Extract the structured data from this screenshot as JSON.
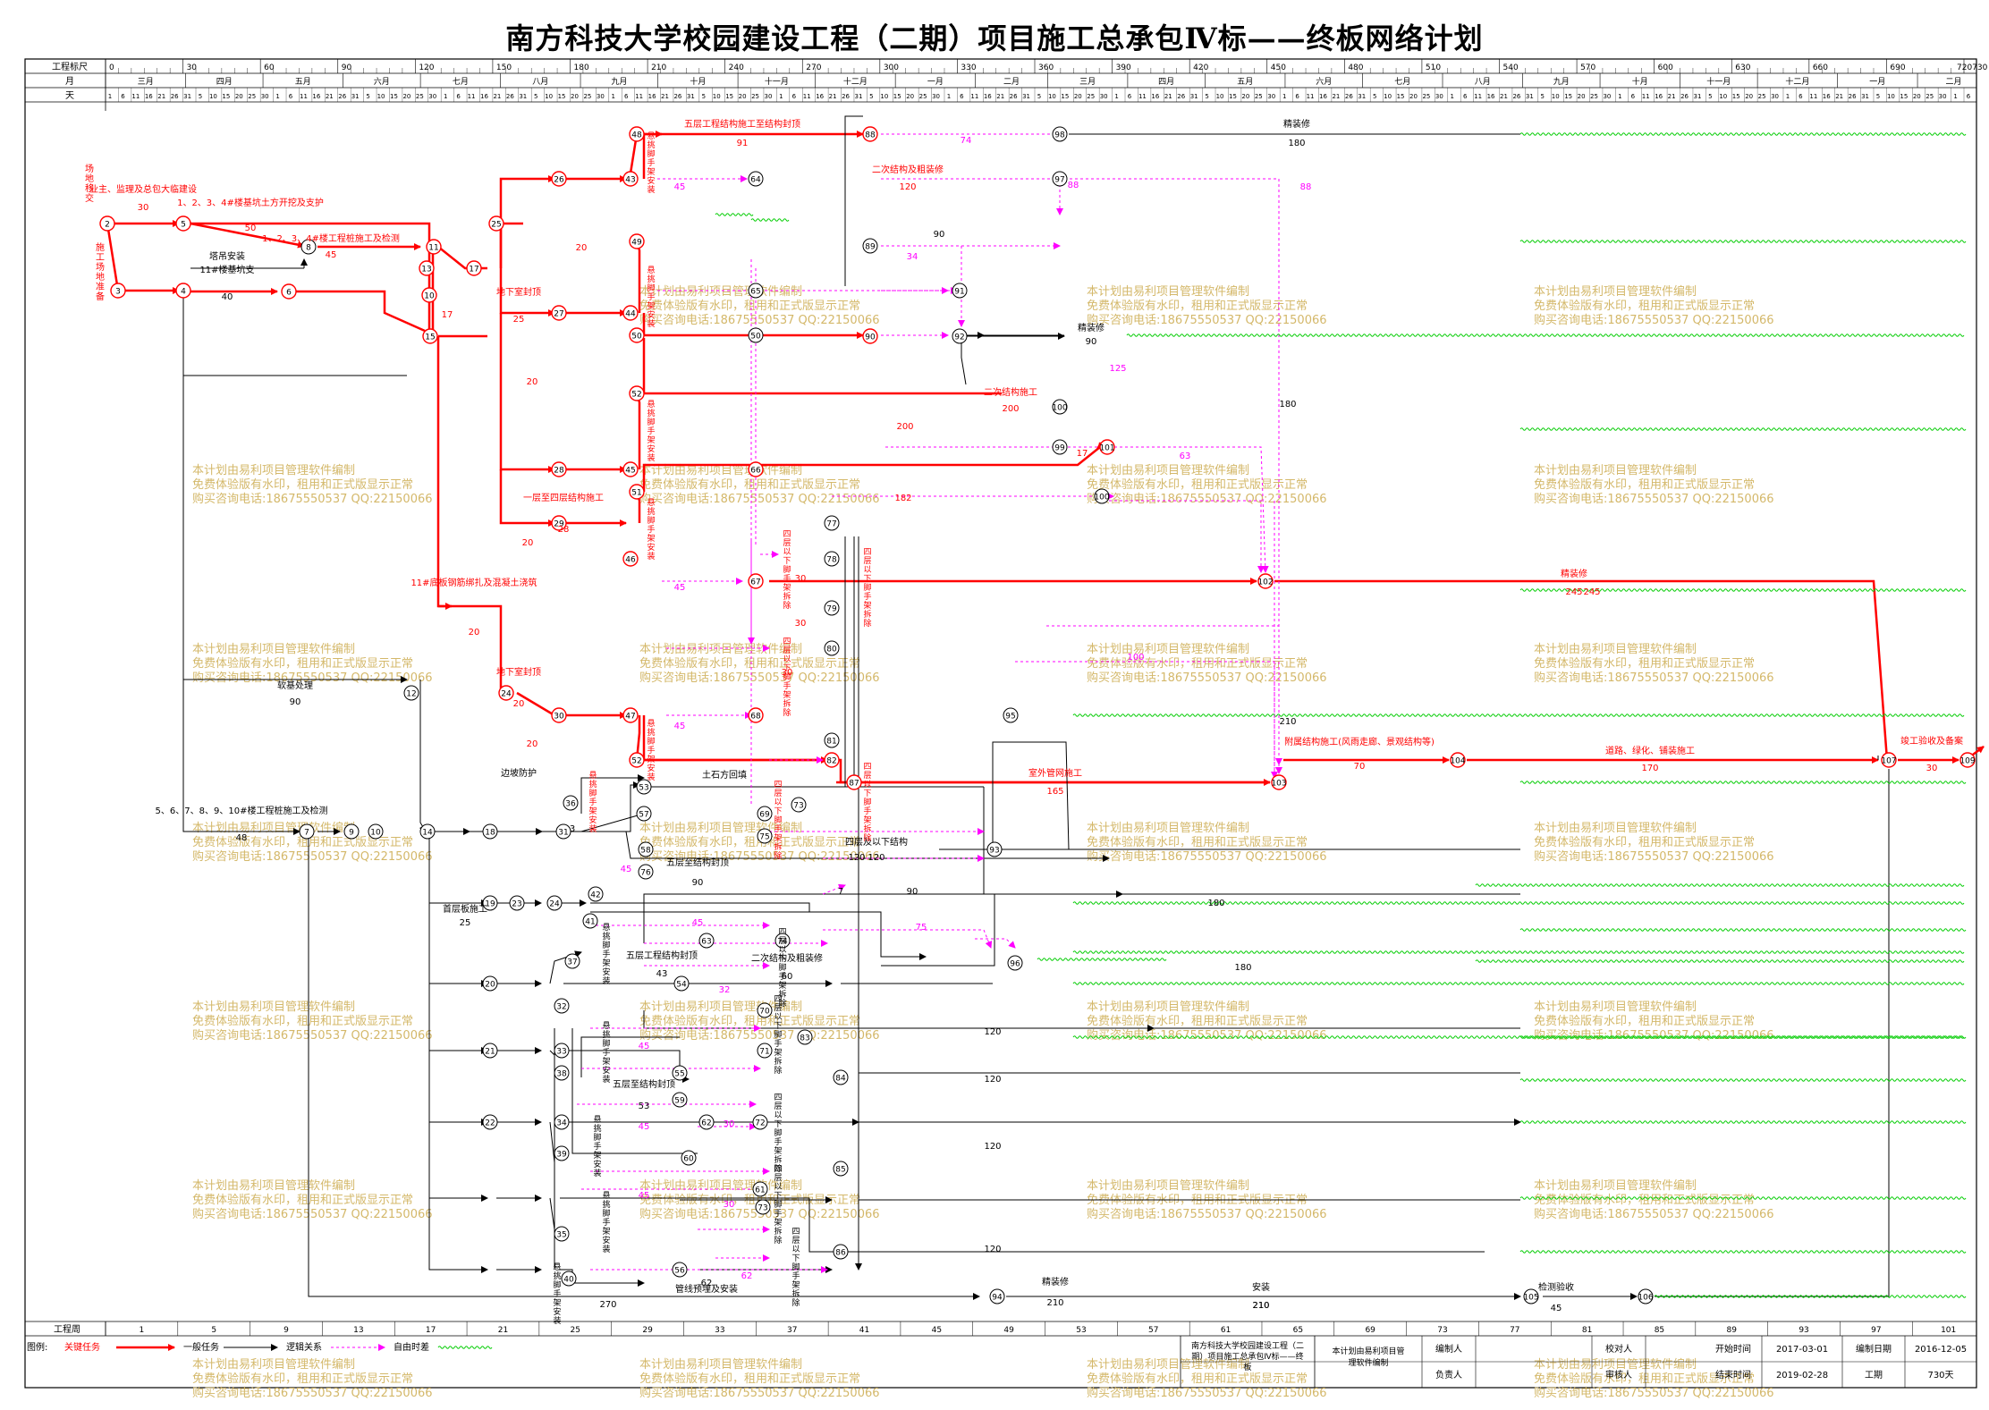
{
  "title": "南方科技大学校园建设工程（二期）项目施工总承包Ⅳ标——终板网络计划",
  "header": {
    "scale_label": "工程标尺",
    "month_label": "月",
    "day_label": "天",
    "week_label": "工程周",
    "scale_ticks": [
      "0",
      "30",
      "60",
      "90",
      "120",
      "150",
      "180",
      "210",
      "240",
      "270",
      "300",
      "330",
      "360",
      "390",
      "420",
      "450",
      "480",
      "510",
      "540",
      "570",
      "600",
      "630",
      "660",
      "690",
      "720730"
    ],
    "months": [
      "三月",
      "四月",
      "五月",
      "六月",
      "七月",
      "八月",
      "九月",
      "十月",
      "十一月",
      "十二月",
      "一月",
      "二月",
      "三月",
      "四月",
      "五月",
      "六月",
      "七月",
      "八月",
      "九月",
      "十月",
      "十一月",
      "十二月",
      "一月",
      "二月"
    ],
    "weeks": [
      "1",
      "5",
      "9",
      "13",
      "17",
      "21",
      "25",
      "29",
      "33",
      "37",
      "41",
      "45",
      "49",
      "53",
      "57",
      "61",
      "65",
      "69",
      "73",
      "77",
      "81",
      "85",
      "89",
      "93",
      "97",
      "101"
    ],
    "day_pattern": [
      "1",
      "6",
      "11",
      "16",
      "21",
      "26",
      "31",
      "5",
      "10",
      "15",
      "20",
      "25",
      "30"
    ]
  },
  "legend": {
    "label": "图例:",
    "critical": "关键任务",
    "normal": "一般任务",
    "logic": "逻辑关系",
    "free_float": "自由时差"
  },
  "info": {
    "project": "南方科技大学校园建设工程（二期）项目施工总承包Ⅳ标——终板",
    "software": "本计划由易利项目管理软件编制",
    "editor_label": "编制人",
    "checker_label": "校对人",
    "owner_label": "负责人",
    "reviewer_label": "审核人",
    "start_label": "开始时间",
    "start": "2017-03-01",
    "end_label": "结束时间",
    "end": "2019-02-28",
    "date_label": "编制日期",
    "date": "2016-12-05",
    "duration_label": "工期",
    "duration": "730天"
  },
  "watermark": [
    "本计划由易利项目管理软件编制",
    "免费体验版有水印，租用和正式版显示正常",
    "购买咨询电话:18675550537 QQ:22150066"
  ],
  "colors": {
    "critical": "#ff0000",
    "normal": "#000000",
    "free": "#ff00ff",
    "float": "#00cc00",
    "watermark": "#d4b86a"
  },
  "tasks": [
    {
      "label": "业主、监理及总包大临建设",
      "dur": "30"
    },
    {
      "label": "1、2、3、4#楼基坑土方开挖及支护",
      "dur": "50"
    },
    {
      "label": "1、2、3、4#楼工程桩施工及检测",
      "dur": "45"
    },
    {
      "label": "塔吊安装",
      "dur": ""
    },
    {
      "label": "11#楼基坑支",
      "dur": "40"
    },
    {
      "label": "五层工程结构施工至结构封顶",
      "dur": "91"
    },
    {
      "label": "二次结构及粗装修",
      "dur": "120"
    },
    {
      "label": "精装修",
      "dur": "180"
    },
    {
      "label": "二次结构施工",
      "dur": "200"
    },
    {
      "label": "精装修",
      "dur": "245"
    },
    {
      "label": "附属结构施工(风雨走廊、景观结构等)",
      "dur": "70"
    },
    {
      "label": "道路、绿化、铺装施工",
      "dur": "170"
    },
    {
      "label": "竣工验收及备案",
      "dur": "30"
    },
    {
      "label": "室外管网施工",
      "dur": "165"
    },
    {
      "label": "软基处理",
      "dur": "90"
    },
    {
      "label": "边坡防护",
      "dur": ""
    },
    {
      "label": "土石方回填",
      "dur": ""
    },
    {
      "label": "5、6、7、8、9、10#楼工程桩施工及检测",
      "dur": "48"
    },
    {
      "label": "管线预埋及安装",
      "dur": "62"
    },
    {
      "label": "安装",
      "dur": "210"
    },
    {
      "label": "检测验收",
      "dur": "45"
    },
    {
      "label": "四层及以下结构",
      "dur": "120"
    },
    {
      "label": "五层至结构封顶",
      "dur": "90"
    },
    {
      "label": "五层工程结构封顶",
      "dur": "43"
    },
    {
      "label": "二次结构及粗装修",
      "dur": "60"
    },
    {
      "label": "首层板施工",
      "dur": "25"
    },
    {
      "label": "一层至四层结构施工",
      "dur": "28"
    },
    {
      "label": "地下室封顶",
      "dur": "25"
    },
    {
      "label": "地下室封顶",
      "dur": "20"
    },
    {
      "label": "11#底板钢筋绑扎及混凝土浇筑",
      "dur": "20"
    },
    {
      "label": "场地移交",
      "dur": ""
    },
    {
      "label": "施工场地准备",
      "dur": ""
    },
    {
      "label": "五层至结构封顶",
      "dur": "53"
    },
    {
      "label": "精装修",
      "dur": "210"
    },
    {
      "label": "精装修",
      "dur": "90"
    },
    {
      "label": "悬挑脚手架安装",
      "dur": ""
    },
    {
      "label": "四层以下脚手架拆除",
      "dur": "10"
    }
  ],
  "extra_labels": [
    "74",
    "88",
    "34",
    "125",
    "63",
    "17",
    "182",
    "100",
    "30",
    "7",
    "75",
    "32",
    "3",
    "2",
    "12",
    "37",
    "10",
    "120",
    "45",
    "90",
    "180",
    "27",
    "270"
  ]
}
